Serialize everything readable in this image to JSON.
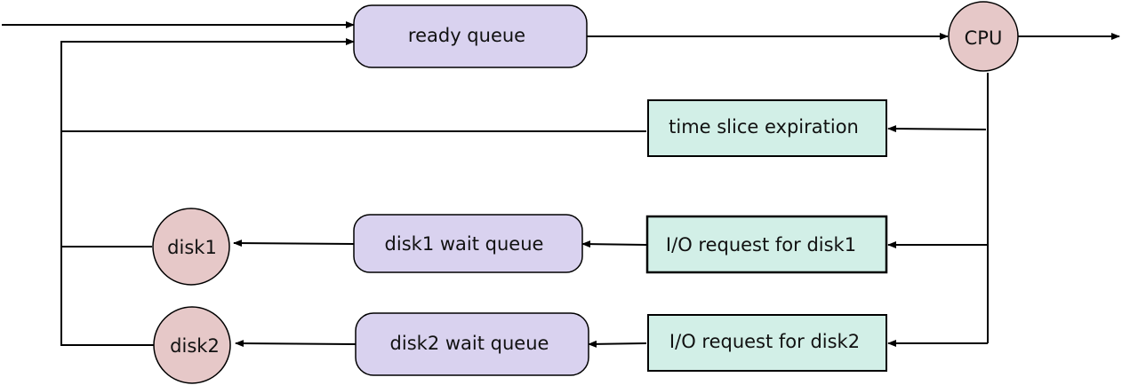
{
  "colors": {
    "queue_fill": "#d9d2ef",
    "event_fill": "#d2efe7",
    "device_fill": "#e6c8c8",
    "stroke": "#000000"
  },
  "nodes": {
    "ready_queue": "ready queue",
    "cpu": "CPU",
    "time_slice": "time slice expiration",
    "io_disk1": "I/O request for disk1",
    "disk1_queue": "disk1 wait queue",
    "disk1": "disk1",
    "io_disk2": "I/O request for disk2",
    "disk2_queue": "disk2 wait queue",
    "disk2": "disk2"
  }
}
